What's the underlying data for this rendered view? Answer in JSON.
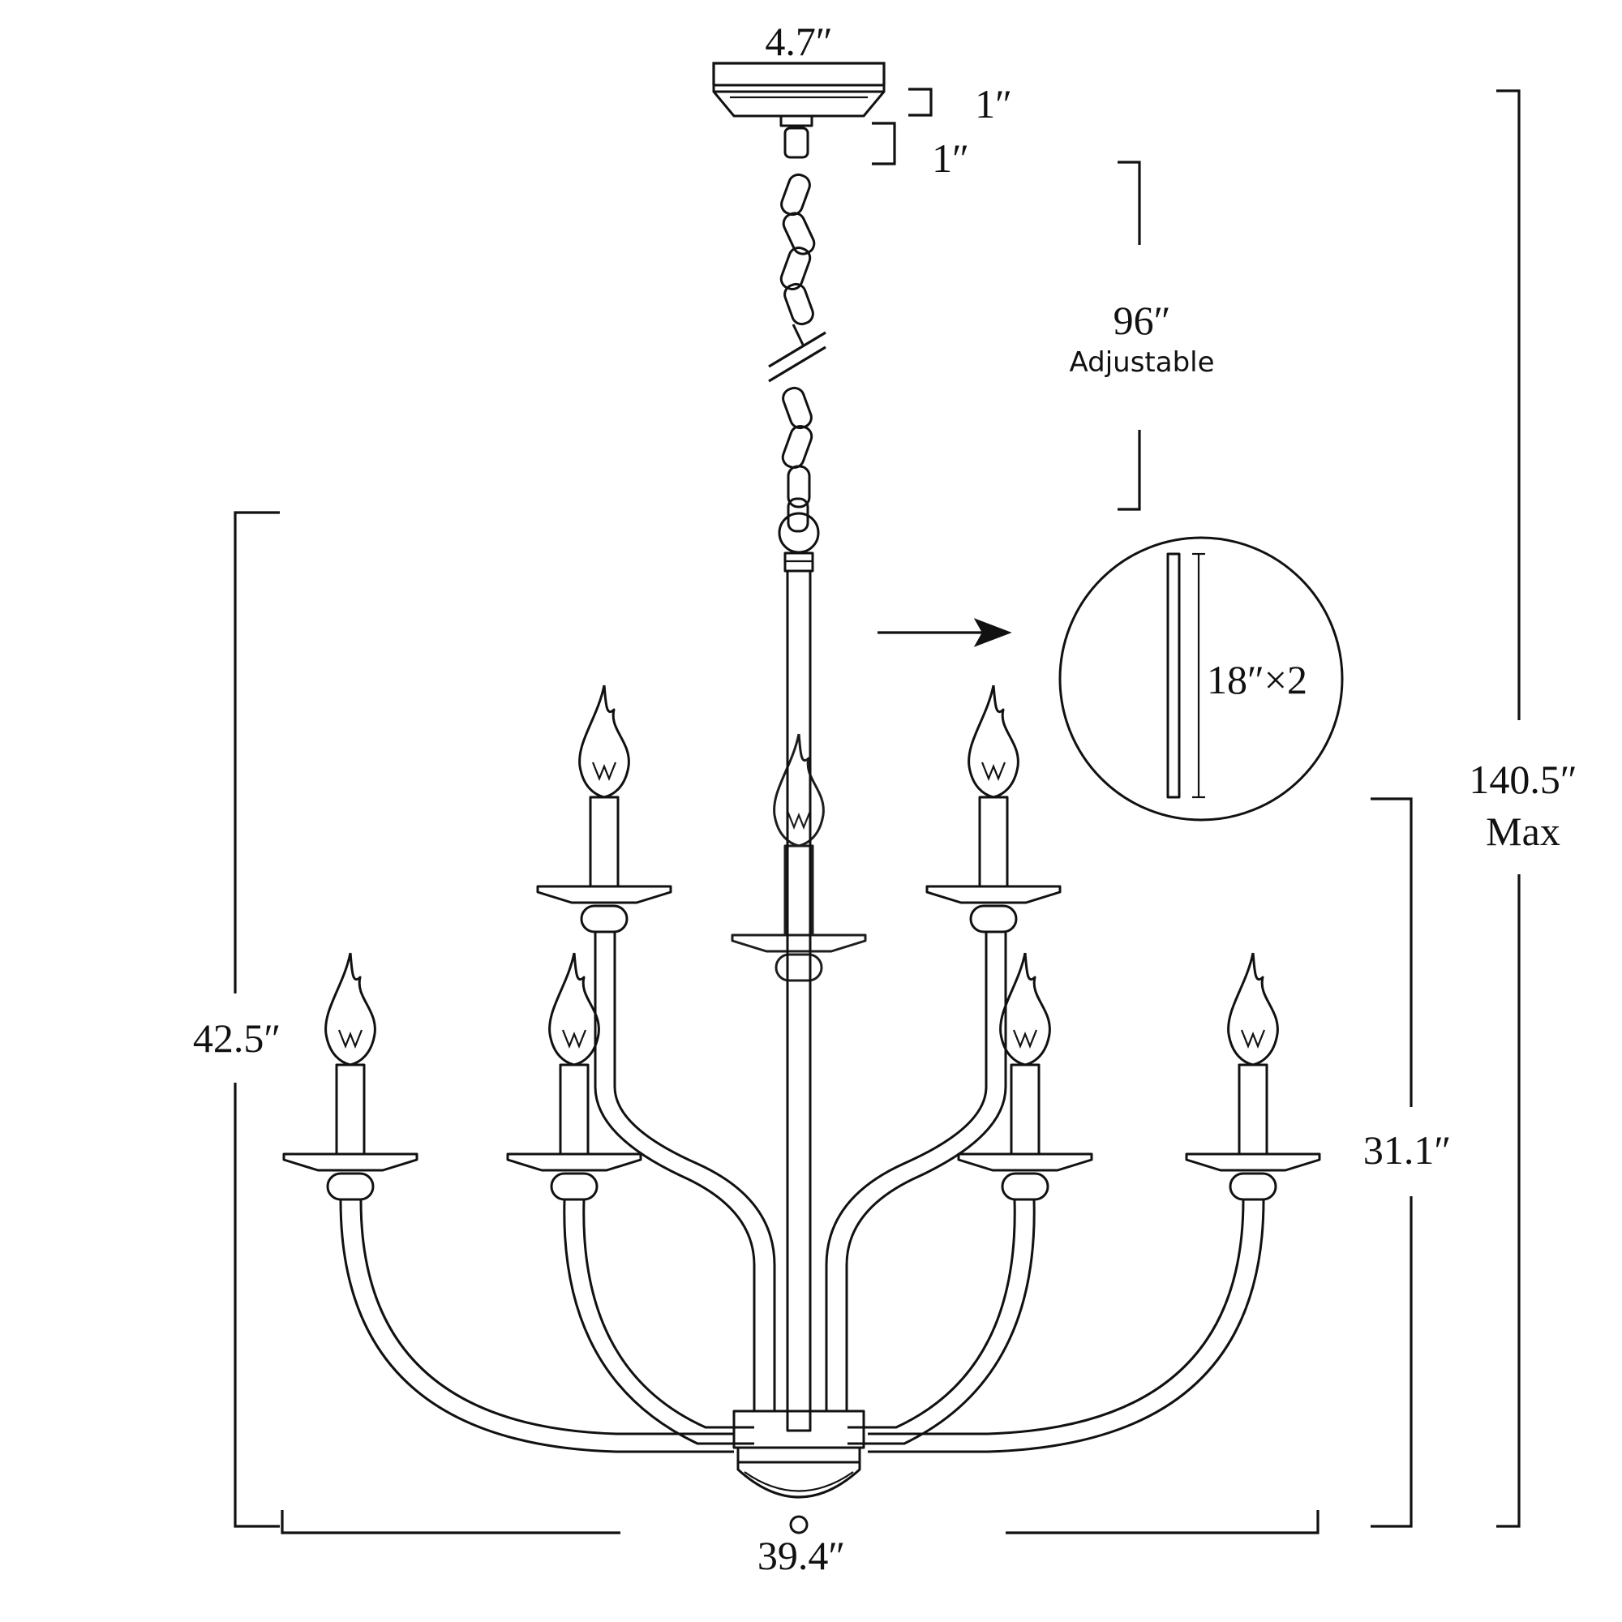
{
  "dimensions": {
    "canopy_width": "4.7″",
    "canopy_height": "1″",
    "canopy_stem": "1″",
    "chain_length": "96″",
    "chain_note": "Adjustable",
    "rod_pieces": "18″×2",
    "max_height": "140.5″",
    "max_note": "Max",
    "body_height_total": "42.5″",
    "body_height_lower": "31.1″",
    "width": "39.4″"
  },
  "colors": {
    "line": "#111111",
    "background": "#ffffff"
  },
  "icons": [
    "arrow-right-icon",
    "candle-bulb-icon"
  ]
}
